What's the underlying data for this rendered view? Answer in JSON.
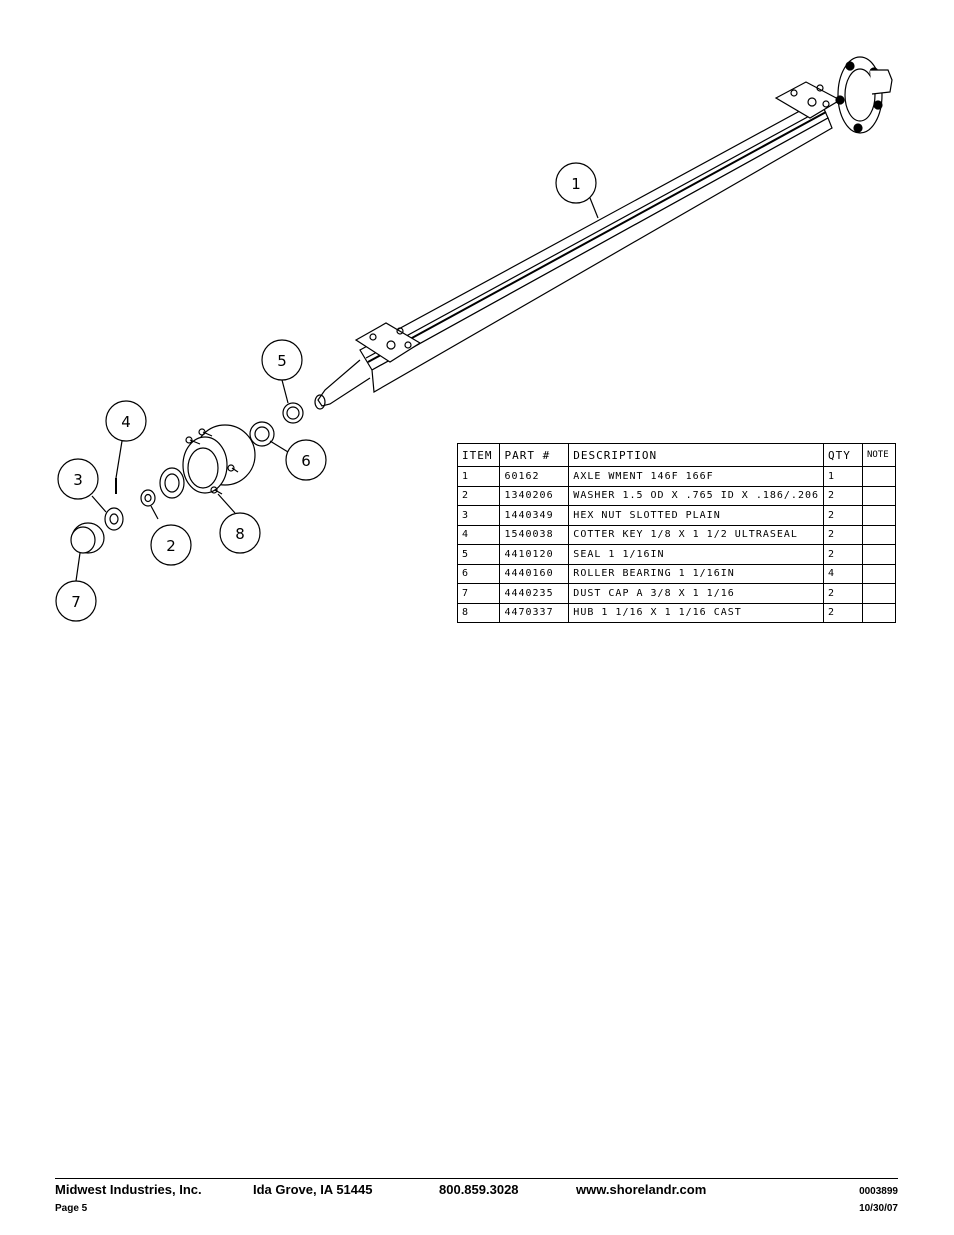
{
  "diagram": {
    "balloons": [
      {
        "label": "1"
      },
      {
        "label": "2"
      },
      {
        "label": "3"
      },
      {
        "label": "4"
      },
      {
        "label": "5"
      },
      {
        "label": "6"
      },
      {
        "label": "7"
      },
      {
        "label": "8"
      }
    ]
  },
  "table": {
    "headers": {
      "item": "ITEM",
      "part": "PART #",
      "description": "DESCRIPTION",
      "qty": "QTY",
      "note": "NOTE"
    },
    "rows": [
      {
        "item": "1",
        "part": "60162",
        "description": "AXLE WMENT   146F 166F",
        "qty": "1",
        "note": ""
      },
      {
        "item": "2",
        "part": "1340206",
        "description": "WASHER 1.5 OD X .765 ID X .186/.206",
        "qty": "2",
        "note": ""
      },
      {
        "item": "3",
        "part": "1440349",
        "description": "HEX NUT SLOTTED PLAIN",
        "qty": "2",
        "note": ""
      },
      {
        "item": "4",
        "part": "1540038",
        "description": "COTTER KEY 1/8 X 1 1/2 ULTRASEAL",
        "qty": "2",
        "note": ""
      },
      {
        "item": "5",
        "part": "4410120",
        "description": "SEAL  1 1/16IN",
        "qty": "2",
        "note": ""
      },
      {
        "item": "6",
        "part": "4440160",
        "description": "ROLLER BEARING   1 1/16IN",
        "qty": "4",
        "note": ""
      },
      {
        "item": "7",
        "part": "4440235",
        "description": "DUST CAP A 3/8 X 1 1/16",
        "qty": "2",
        "note": ""
      },
      {
        "item": "8",
        "part": "4470337",
        "description": "HUB  1 1/16 X 1 1/16 CAST",
        "qty": "2",
        "note": ""
      }
    ]
  },
  "footer": {
    "company": "Midwest Industries, Inc.",
    "location": "Ida Grove, IA  51445",
    "phone": "800.859.3028",
    "website": "www.shorelandr.com",
    "doc_number": "0003899",
    "page": "Page 5",
    "date": "10/30/07"
  }
}
